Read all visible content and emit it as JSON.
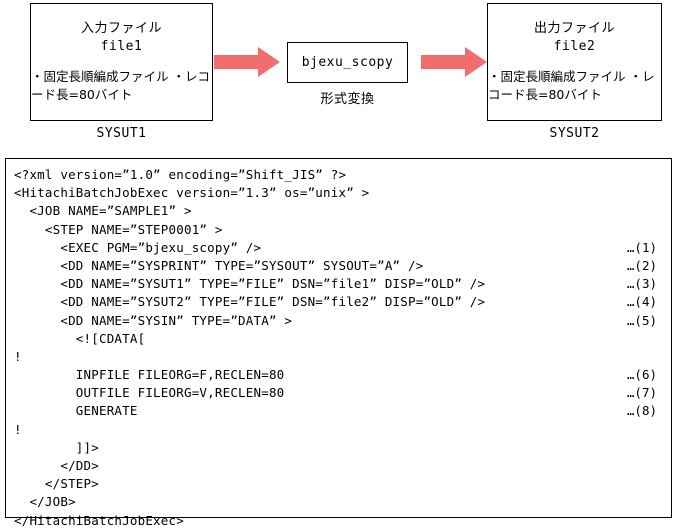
{
  "diagram": {
    "input_box": {
      "title": "入力ファイル",
      "file": "file1",
      "bullets": "・固定長順編成ファイル\n・レコード長=80バイト",
      "dd_label": "SYSUT1"
    },
    "process_box": {
      "program": "bjexu_scopy",
      "caption": "形式変換"
    },
    "output_box": {
      "title": "出力ファイル",
      "file": "file2",
      "bullets": "・固定長順編成ファイル\n・レコード長=80バイト",
      "dd_label": "SYSUT2"
    },
    "arrow_color": "#F26E6E",
    "arrows": [
      {
        "name": "arrow-input-to-process"
      },
      {
        "name": "arrow-process-to-output"
      }
    ]
  },
  "code": {
    "lines": [
      {
        "text": "<?xml version=”1.0” encoding=”Shift_JIS” ?>",
        "ref": ""
      },
      {
        "text": "<HitachiBatchJobExec version=”1.3” os=”unix” >",
        "ref": ""
      },
      {
        "text": "  <JOB NAME=”SAMPLE1” >",
        "ref": ""
      },
      {
        "text": "    <STEP NAME=”STEP0001” >",
        "ref": ""
      },
      {
        "text": "      <EXEC PGM=”bjexu_scopy” />",
        "ref": "…(1)"
      },
      {
        "text": "      <DD NAME=”SYSPRINT” TYPE=”SYSOUT” SYSOUT=”A” />",
        "ref": "…(2)"
      },
      {
        "text": "      <DD NAME=”SYSUT1” TYPE=”FILE” DSN=”file1” DISP=”OLD” />",
        "ref": "…(3)"
      },
      {
        "text": "      <DD NAME=”SYSUT2” TYPE=”FILE” DSN=”file2” DISP=”OLD” />",
        "ref": "…(4)"
      },
      {
        "text": "      <DD NAME=”SYSIN” TYPE=”DATA” >",
        "ref": "…(5)"
      },
      {
        "text": "        <![CDATA[",
        "ref": ""
      },
      {
        "text": "!",
        "ref": ""
      },
      {
        "text": "        INPFILE FILEORG=F,RECLEN=80",
        "ref": "…(6)"
      },
      {
        "text": "        OUTFILE FILEORG=V,RECLEN=80",
        "ref": "…(7)"
      },
      {
        "text": "        GENERATE",
        "ref": "…(8)"
      },
      {
        "text": "!",
        "ref": ""
      },
      {
        "text": "        ]]>",
        "ref": ""
      },
      {
        "text": "      </DD>",
        "ref": ""
      },
      {
        "text": "    </STEP>",
        "ref": ""
      },
      {
        "text": "  </JOB>",
        "ref": ""
      },
      {
        "text": "</HitachiBatchJobExec>",
        "ref": ""
      }
    ]
  }
}
